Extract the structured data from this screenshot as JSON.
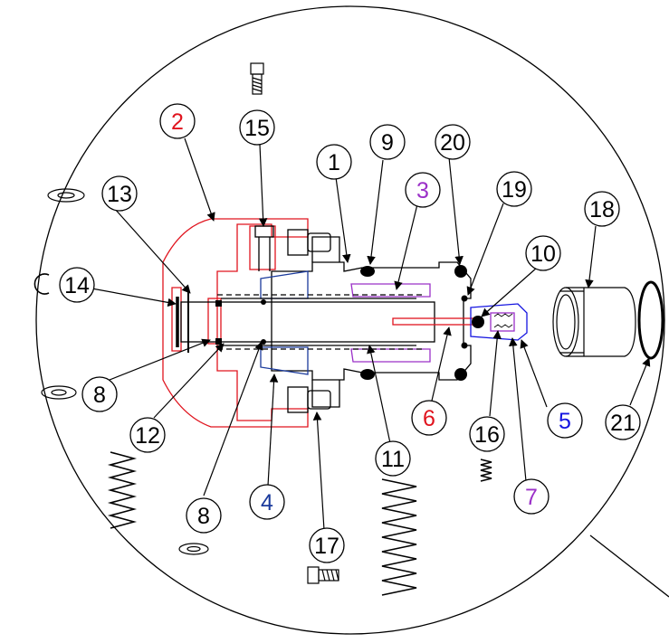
{
  "labels": [
    {
      "id": "1",
      "text": "1",
      "color": "#000000"
    },
    {
      "id": "2",
      "text": "2",
      "color": "#e0141e"
    },
    {
      "id": "3",
      "text": "3",
      "color": "#9b30c8"
    },
    {
      "id": "4",
      "text": "4",
      "color": "#1a3a9c"
    },
    {
      "id": "5",
      "text": "5",
      "color": "#1414e0"
    },
    {
      "id": "6",
      "text": "6",
      "color": "#e0141e"
    },
    {
      "id": "7",
      "text": "7",
      "color": "#9b30c8"
    },
    {
      "id": "8a",
      "text": "8",
      "color": "#000000"
    },
    {
      "id": "8b",
      "text": "8",
      "color": "#000000"
    },
    {
      "id": "8c",
      "text": "8",
      "color": "#000000"
    },
    {
      "id": "9",
      "text": "9",
      "color": "#000000"
    },
    {
      "id": "10",
      "text": "10",
      "color": "#000000"
    },
    {
      "id": "11",
      "text": "11",
      "color": "#000000"
    },
    {
      "id": "12",
      "text": "12",
      "color": "#000000"
    },
    {
      "id": "13",
      "text": "13",
      "color": "#000000"
    },
    {
      "id": "14",
      "text": "14",
      "color": "#000000"
    },
    {
      "id": "15",
      "text": "15",
      "color": "#000000"
    },
    {
      "id": "16",
      "text": "16",
      "color": "#000000"
    },
    {
      "id": "17",
      "text": "17",
      "color": "#000000"
    },
    {
      "id": "18",
      "text": "18",
      "color": "#000000"
    },
    {
      "id": "19",
      "text": "19",
      "color": "#000000"
    },
    {
      "id": "20",
      "text": "20",
      "color": "#000000"
    },
    {
      "id": "21",
      "text": "21",
      "color": "#000000"
    }
  ],
  "colors": {
    "outline": "#000000",
    "housing_red": "#e0141e",
    "piston_purple": "#9b30c8",
    "bearing_blue": "#1a3a9c",
    "cap_blue": "#1414e0"
  }
}
